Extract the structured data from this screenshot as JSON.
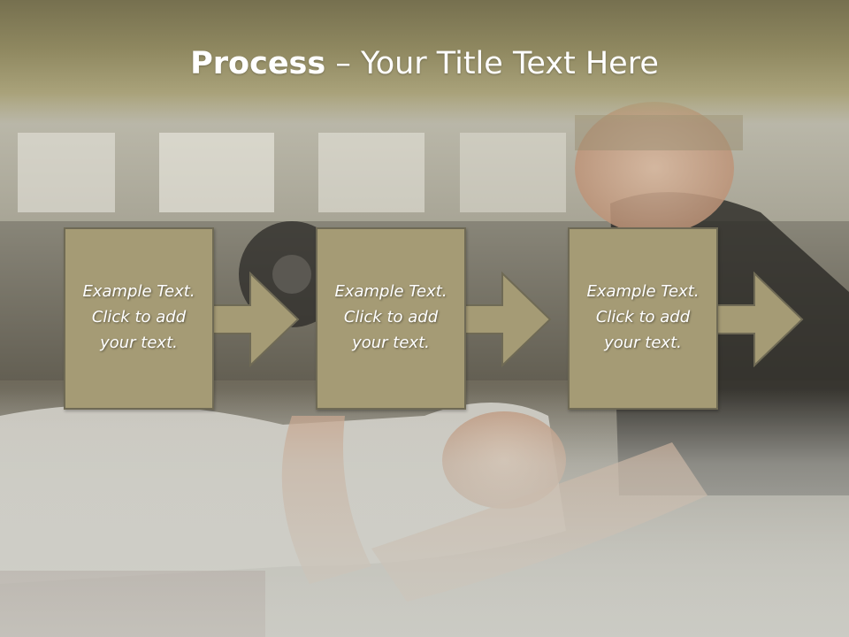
{
  "title": {
    "bold": "Process",
    "rest": " – Your Title Text Here"
  },
  "steps": [
    {
      "lines": [
        "Example Text.",
        "Click  to add",
        "your text."
      ]
    },
    {
      "lines": [
        "Example Text.",
        "Click  to add",
        "your text."
      ]
    },
    {
      "lines": [
        "Example Text.",
        "Click  to add",
        "your text."
      ]
    }
  ],
  "colors": {
    "header": "#8f8860",
    "box_fill": "#a59b75",
    "box_border": "#6f6a55",
    "text": "#ffffff"
  }
}
